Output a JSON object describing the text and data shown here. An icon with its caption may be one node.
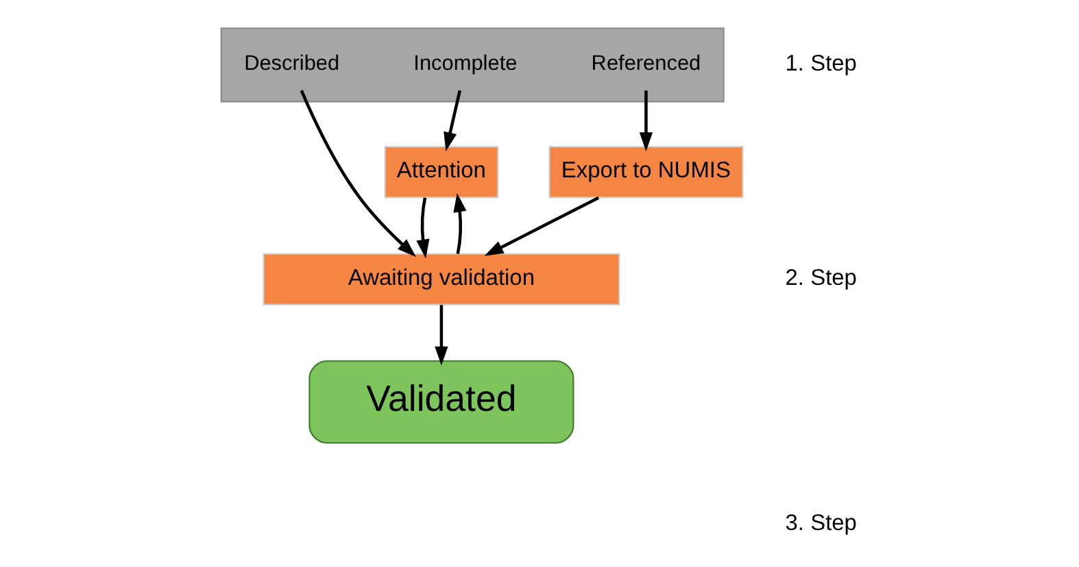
{
  "diagram": {
    "nodes": [
      {
        "text": [],
        "shape": "bar"
      },
      {
        "text": [
          "Described"
        ],
        "in": 0
      },
      {
        "text": [
          "Incomplete"
        ],
        "in": 0
      },
      {
        "text": [
          "Referenced"
        ],
        "in": 0
      },
      {
        "text": [
          "Attention"
        ]
      },
      {
        "text": [
          "Export to NUMIS"
        ]
      },
      {
        "text": [
          "Awaiting validation"
        ]
      },
      {
        "text": [
          "Validated"
        ]
      }
    ],
    "edges": [
      {
        "from": 1,
        "to": 6,
        "arrow": "to"
      },
      {
        "from": 2,
        "to": 4,
        "arrow": "to"
      },
      {
        "from": 3,
        "to": 5,
        "arrow": "to"
      },
      {
        "from": 6,
        "to": 4,
        "arrow": "to"
      },
      {
        "from": 4,
        "to": 6,
        "arrow": "to"
      },
      {
        "from": 5,
        "to": 6,
        "arrow": "to"
      },
      {
        "from": 6,
        "to": 7,
        "arrow": "to"
      }
    ],
    "labels": [
      "1. Step",
      "2. Step",
      "3. Step"
    ]
  }
}
